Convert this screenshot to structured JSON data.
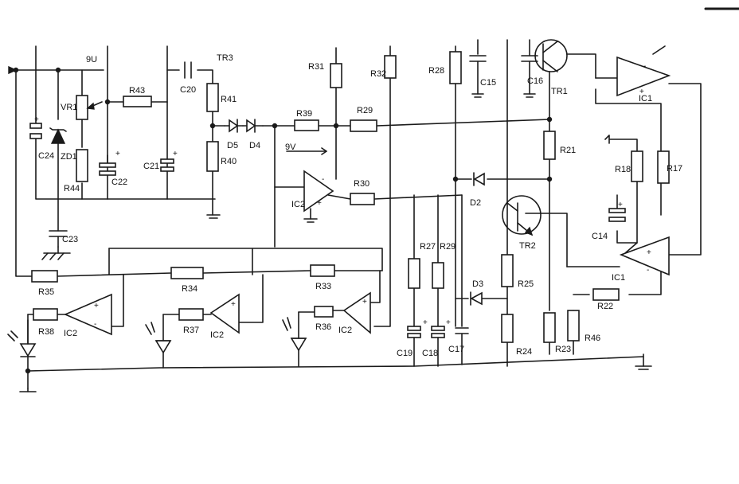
{
  "labels": {
    "v9_top": "9U",
    "v9_mid": "9V",
    "tr1": "TR1",
    "tr2": "TR2",
    "tr3": "TR3",
    "ic1_top": "IC1",
    "ic1_right": "IC1",
    "ic2_mid": "IC2",
    "ic2_a": "IC2",
    "ic2_b": "IC2",
    "ic2_c": "IC2",
    "vr1": "VR1",
    "zd1": "ZD1",
    "r17": "R17",
    "r18": "R18",
    "r21": "R21",
    "r22": "R22",
    "r23": "R23",
    "r24": "R24",
    "r25": "R25",
    "r27": "R27",
    "r28": "R28",
    "r29": "R29",
    "r29b": "R29",
    "r30": "R30",
    "r31": "R31",
    "r32": "R32",
    "r33": "R33",
    "r34": "R34",
    "r35": "R35",
    "r36": "R36",
    "r37": "R37",
    "r38": "R38",
    "r39": "R39",
    "r40": "R40",
    "r41": "R41",
    "r43": "R43",
    "r44": "R44",
    "r46": "R46",
    "c14": "C14",
    "c15": "C15",
    "c16": "C16",
    "c17": "C17",
    "c18": "C18",
    "c19": "C19",
    "c20": "C20",
    "c21": "C21",
    "c22": "C22",
    "c23": "C23",
    "c24": "C24",
    "d2": "D2",
    "d3": "D3",
    "d4": "D4",
    "d5": "D5"
  }
}
